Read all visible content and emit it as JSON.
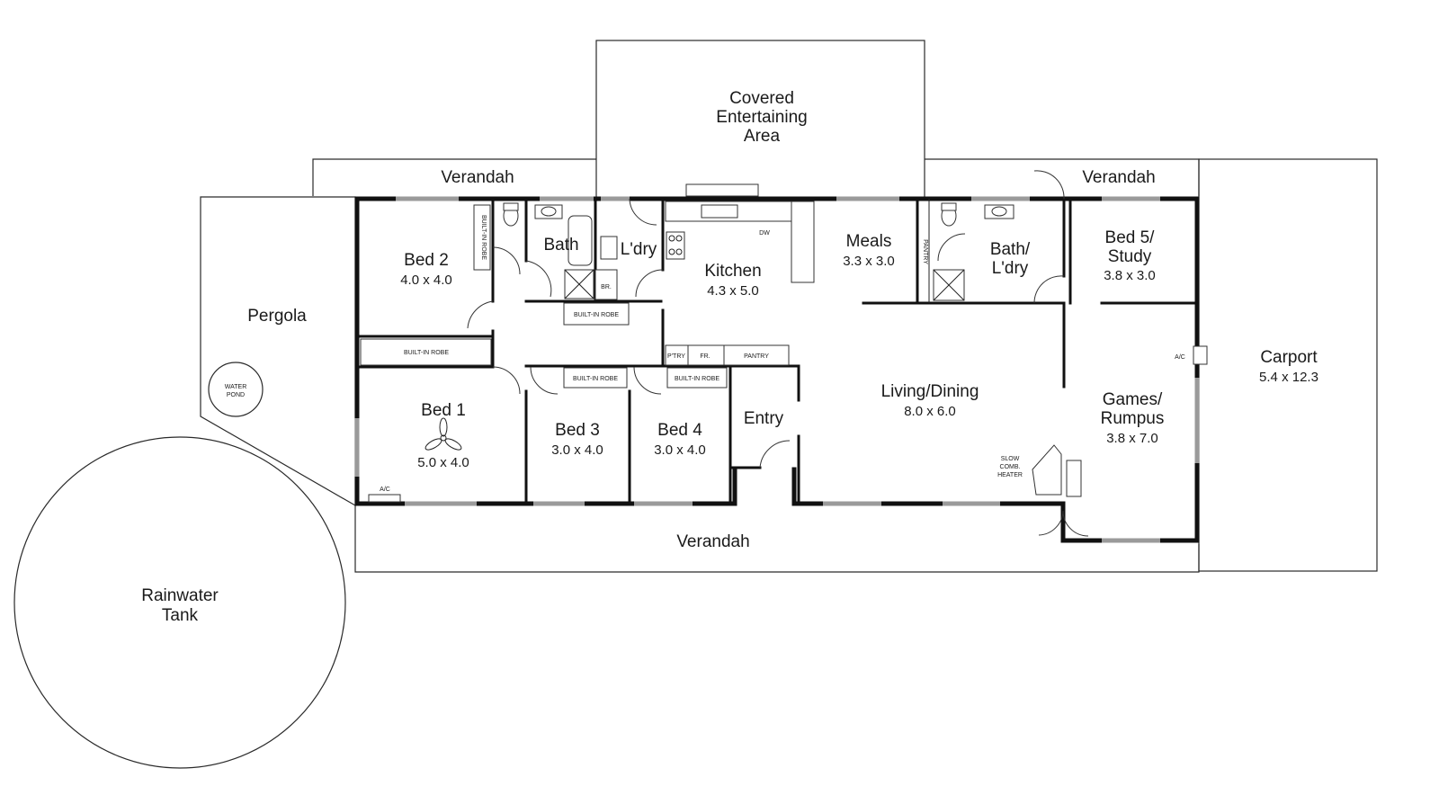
{
  "rooms": {
    "covered_entertaining": [
      "Covered",
      "Entertaining",
      "Area"
    ],
    "verandah_top_left": "Verandah",
    "verandah_top_right": "Verandah",
    "verandah_bottom": "Verandah",
    "pergola": "Pergola",
    "water_pond": [
      "WATER",
      "POND"
    ],
    "rainwater_tank": [
      "Rainwater",
      "Tank"
    ],
    "carport": {
      "name": "Carport",
      "dims": "5.4 x 12.3"
    },
    "bed2": {
      "name": "Bed 2",
      "dims": "4.0 x 4.0"
    },
    "bath": "Bath",
    "ldry": "L'dry",
    "kitchen": {
      "name": "Kitchen",
      "dims": "4.3 x 5.0"
    },
    "meals": {
      "name": "Meals",
      "dims": "3.3 x 3.0"
    },
    "bath_ldry": [
      "Bath/",
      "L'dry"
    ],
    "bed5": {
      "name": [
        "Bed 5/",
        "Study"
      ],
      "dims": "3.8 x 3.0"
    },
    "bed1": {
      "name": "Bed 1",
      "dims": "5.0 x 4.0"
    },
    "bed3": {
      "name": "Bed 3",
      "dims": "3.0 x 4.0"
    },
    "bed4": {
      "name": "Bed 4",
      "dims": "3.0 x 4.0"
    },
    "entry": "Entry",
    "living_dining": {
      "name": "Living/Dining",
      "dims": "8.0 x 6.0"
    },
    "games": {
      "name": [
        "Games/",
        "Rumpus"
      ],
      "dims": "3.8 x 7.0"
    }
  },
  "small_labels": {
    "built_in_robe": "BUILT-IN ROBE",
    "br": "BR.",
    "ptry": "P'TRY",
    "fr": "FR.",
    "pantry": "PANTRY",
    "pantry_vertical": "PANTRY",
    "dw": "DW",
    "ac": "A/C",
    "slow_heater": [
      "SLOW",
      "COMB.",
      "HEATER"
    ]
  },
  "colors": {
    "wall": "#111111",
    "window": "#9a9a9a",
    "background": "#ffffff"
  }
}
